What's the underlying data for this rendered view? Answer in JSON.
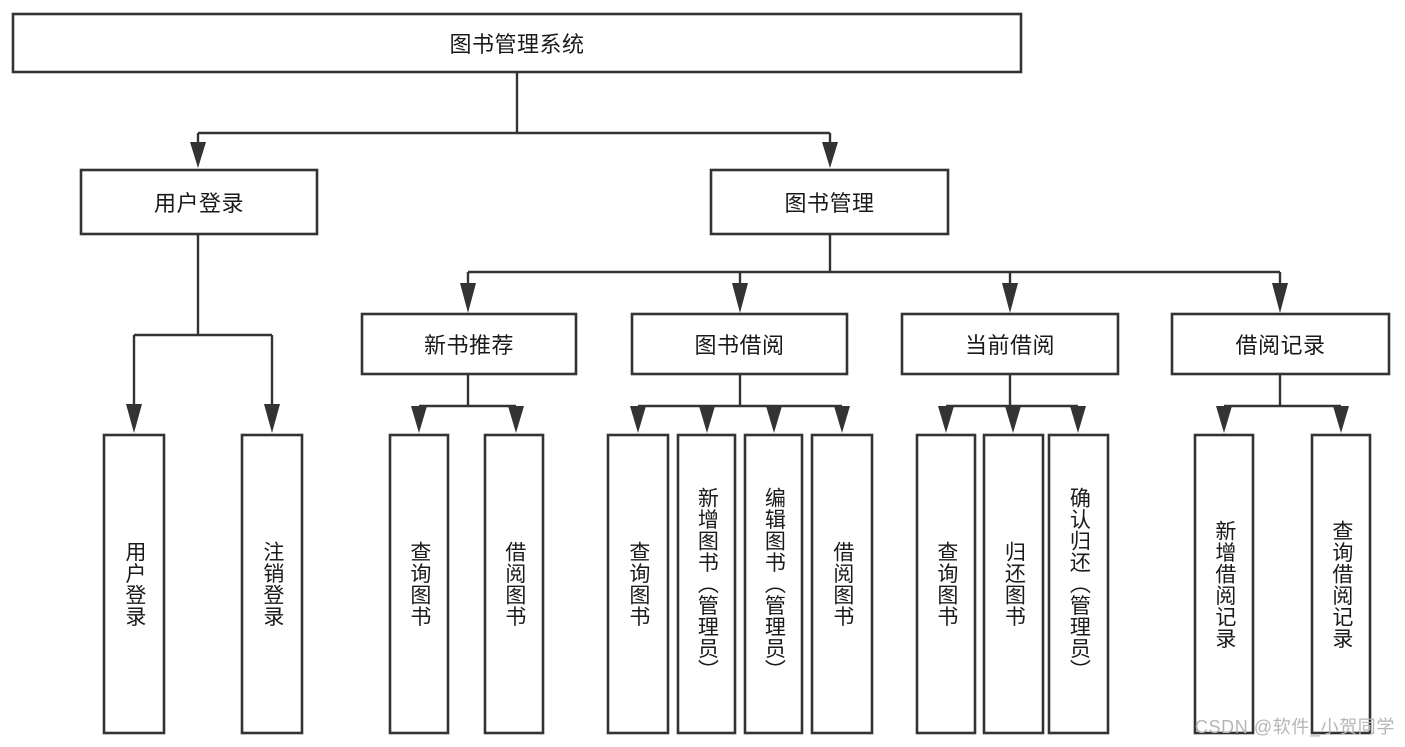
{
  "diagram": {
    "type": "tree-hierarchy",
    "title": "图书管理系统",
    "watermark": "CSDN @软件_小贺同学",
    "colors": {
      "background": "#ffffff",
      "stroke": "#333333",
      "fill": "#ffffff",
      "text": "#1a1a1a",
      "watermark": "#b6b6b6"
    },
    "levels": [
      {
        "level": 1,
        "nodes": [
          {
            "id": "root",
            "label": "图书管理系统",
            "orientation": "horizontal"
          }
        ]
      },
      {
        "level": 2,
        "nodes": [
          {
            "id": "login",
            "label": "用户登录",
            "orientation": "horizontal",
            "parent": "root"
          },
          {
            "id": "bookmgr",
            "label": "图书管理",
            "orientation": "horizontal",
            "parent": "root"
          }
        ]
      },
      {
        "level": 3,
        "nodes": [
          {
            "id": "newbook",
            "label": "新书推荐",
            "orientation": "horizontal",
            "parent": "bookmgr"
          },
          {
            "id": "borrow",
            "label": "图书借阅",
            "orientation": "horizontal",
            "parent": "bookmgr"
          },
          {
            "id": "current",
            "label": "当前借阅",
            "orientation": "horizontal",
            "parent": "bookmgr"
          },
          {
            "id": "records",
            "label": "借阅记录",
            "orientation": "horizontal",
            "parent": "bookmgr"
          }
        ]
      },
      {
        "level": 4,
        "nodes": [
          {
            "id": "leaf-1",
            "label": "用户登录",
            "orientation": "vertical",
            "parent": "login"
          },
          {
            "id": "leaf-2",
            "label": "注销登录",
            "orientation": "vertical",
            "parent": "login"
          },
          {
            "id": "leaf-3",
            "label": "查询图书",
            "orientation": "vertical",
            "parent": "newbook"
          },
          {
            "id": "leaf-4",
            "label": "借阅图书",
            "orientation": "vertical",
            "parent": "newbook"
          },
          {
            "id": "leaf-5",
            "label": "查询图书",
            "orientation": "vertical",
            "parent": "borrow"
          },
          {
            "id": "leaf-6",
            "label": "新增图书（管理员）",
            "orientation": "vertical",
            "parent": "borrow"
          },
          {
            "id": "leaf-7",
            "label": "编辑图书（管理员）",
            "orientation": "vertical",
            "parent": "borrow"
          },
          {
            "id": "leaf-8",
            "label": "借阅图书",
            "orientation": "vertical",
            "parent": "borrow"
          },
          {
            "id": "leaf-9",
            "label": "查询图书",
            "orientation": "vertical",
            "parent": "current"
          },
          {
            "id": "leaf-10",
            "label": "归还图书",
            "orientation": "vertical",
            "parent": "current"
          },
          {
            "id": "leaf-11",
            "label": "确认归还（管理员）",
            "orientation": "vertical",
            "parent": "current"
          },
          {
            "id": "leaf-12",
            "label": "新增借阅记录",
            "orientation": "vertical",
            "parent": "records"
          },
          {
            "id": "leaf-13",
            "label": "查询借阅记录",
            "orientation": "vertical",
            "parent": "records"
          }
        ]
      }
    ]
  }
}
